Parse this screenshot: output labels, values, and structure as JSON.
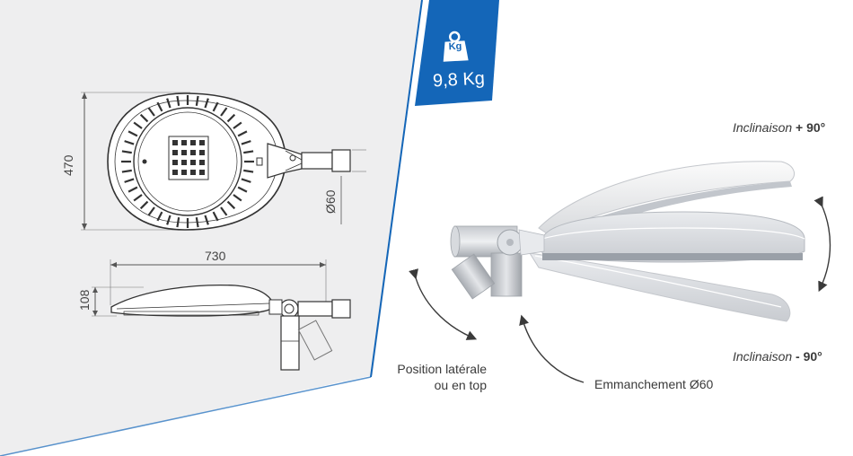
{
  "weight": {
    "value": "9,8 Kg",
    "icon_label": "Kg",
    "icon": "weight-icon",
    "badge_color": "#1466b8"
  },
  "dimensions": {
    "height": "470",
    "width": "730",
    "profile_height": "108",
    "diameter": "Ø60"
  },
  "labels": {
    "tilt_up_prefix": "Inclinaison ",
    "tilt_up_value": "+ 90°",
    "tilt_down_prefix": "Inclinaison ",
    "tilt_down_value": "- 90°",
    "position_line1": "Position latérale",
    "position_line2": "ou en top",
    "mount": "Emmanchement Ø60"
  },
  "colors": {
    "panel": "#eeeeef",
    "accent": "#1466b8"
  }
}
